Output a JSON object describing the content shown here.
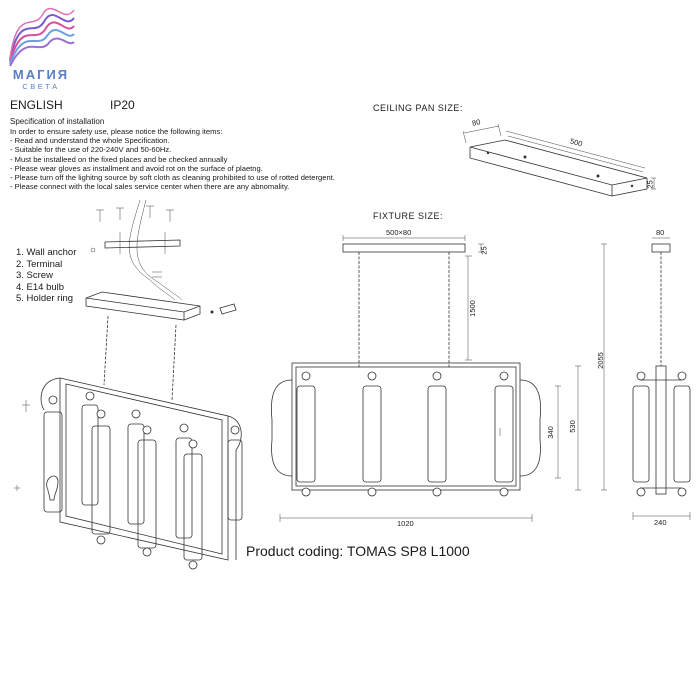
{
  "brand": {
    "name": "МАГИЯ",
    "tagline": "СВЕТА"
  },
  "header": {
    "language": "ENGLISH",
    "protection": "IP20"
  },
  "specification": {
    "title": "Specification of installation",
    "lines": [
      "In order to ensure safety use, please notice the following items:",
      "- Read and understand the whole Specification.",
      "- Suitable for the use of 220-240V and 50-60Hz.",
      "- Must be installeed on the fixed places and be checked annually",
      "- Please wear gloves as installment and avoid rot on the surface of plaetng.",
      "- Please turn off the lighitng source by soft cloth as cleaning prohibited to use of rotted detergent.",
      "- Please connect with the local sales service center when there are any abnomality."
    ]
  },
  "parts": [
    "1. Wall anchor",
    "2. Terminal",
    "3. Screw",
    "4. E14 bulb",
    "5. Holder ring"
  ],
  "ceiling_pan": {
    "title": "CEILING PAN  SIZE:",
    "width": "80",
    "length": "500",
    "height": "25"
  },
  "fixture": {
    "title": "FIXTURE SIZE:",
    "canopy": "500×80",
    "canopy_height": "25",
    "chain": "1500",
    "total_height": "2055",
    "body_height": "530",
    "frame_height": "340",
    "width": "1020",
    "side_canopy": "80",
    "depth": "240"
  },
  "product": {
    "coding": "Product coding: TOMAS SP8 L1000"
  },
  "colors": {
    "brand_blue": "#5a7fc4",
    "brand_pink": "#d94e9a",
    "line": "#333333"
  }
}
